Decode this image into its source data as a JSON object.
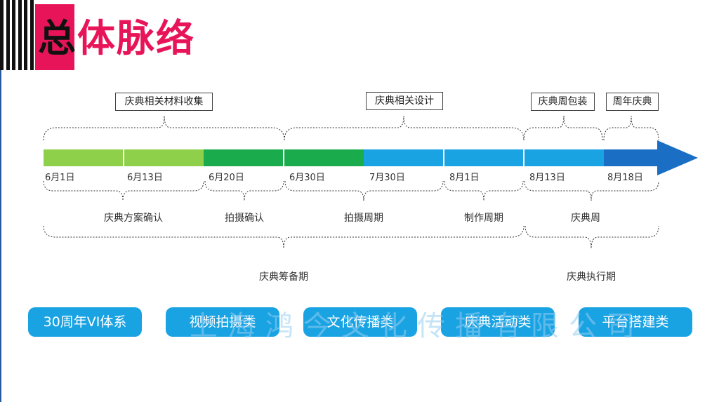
{
  "header": {
    "title_first": "总",
    "title_rest": "体脉络"
  },
  "top_labels": [
    {
      "text": "庆典相关材料收集",
      "color": "#ffffff"
    },
    {
      "text": "庆典相关设计",
      "color": "#ffffff"
    },
    {
      "text": "庆典周包装",
      "color": "#ffffff"
    },
    {
      "text": "周年庆典",
      "color": "#ffffff"
    }
  ],
  "timeline": {
    "colors": {
      "light_green": "#8fd04a",
      "green": "#1aac4c",
      "sky": "#1aa3e2",
      "blue": "#1a6fc4"
    },
    "dates": [
      "6月1日",
      "6月13日",
      "6月20日",
      "6月30日",
      "7月30日",
      "8月1日",
      "8月13日",
      "8月18日"
    ],
    "arrow": "arrow-right-icon"
  },
  "phases": [
    "庆典方案确认",
    "拍摄确认",
    "拍摄周期",
    "制作周期",
    "庆典周"
  ],
  "periods": [
    "庆典筹备期",
    "庆典执行期"
  ],
  "categories": [
    "30周年VI体系",
    "视频拍摄类",
    "文化传播类",
    "庆典活动类",
    "平台搭建类"
  ],
  "watermark": "上海鸿今文化传播有限公司"
}
